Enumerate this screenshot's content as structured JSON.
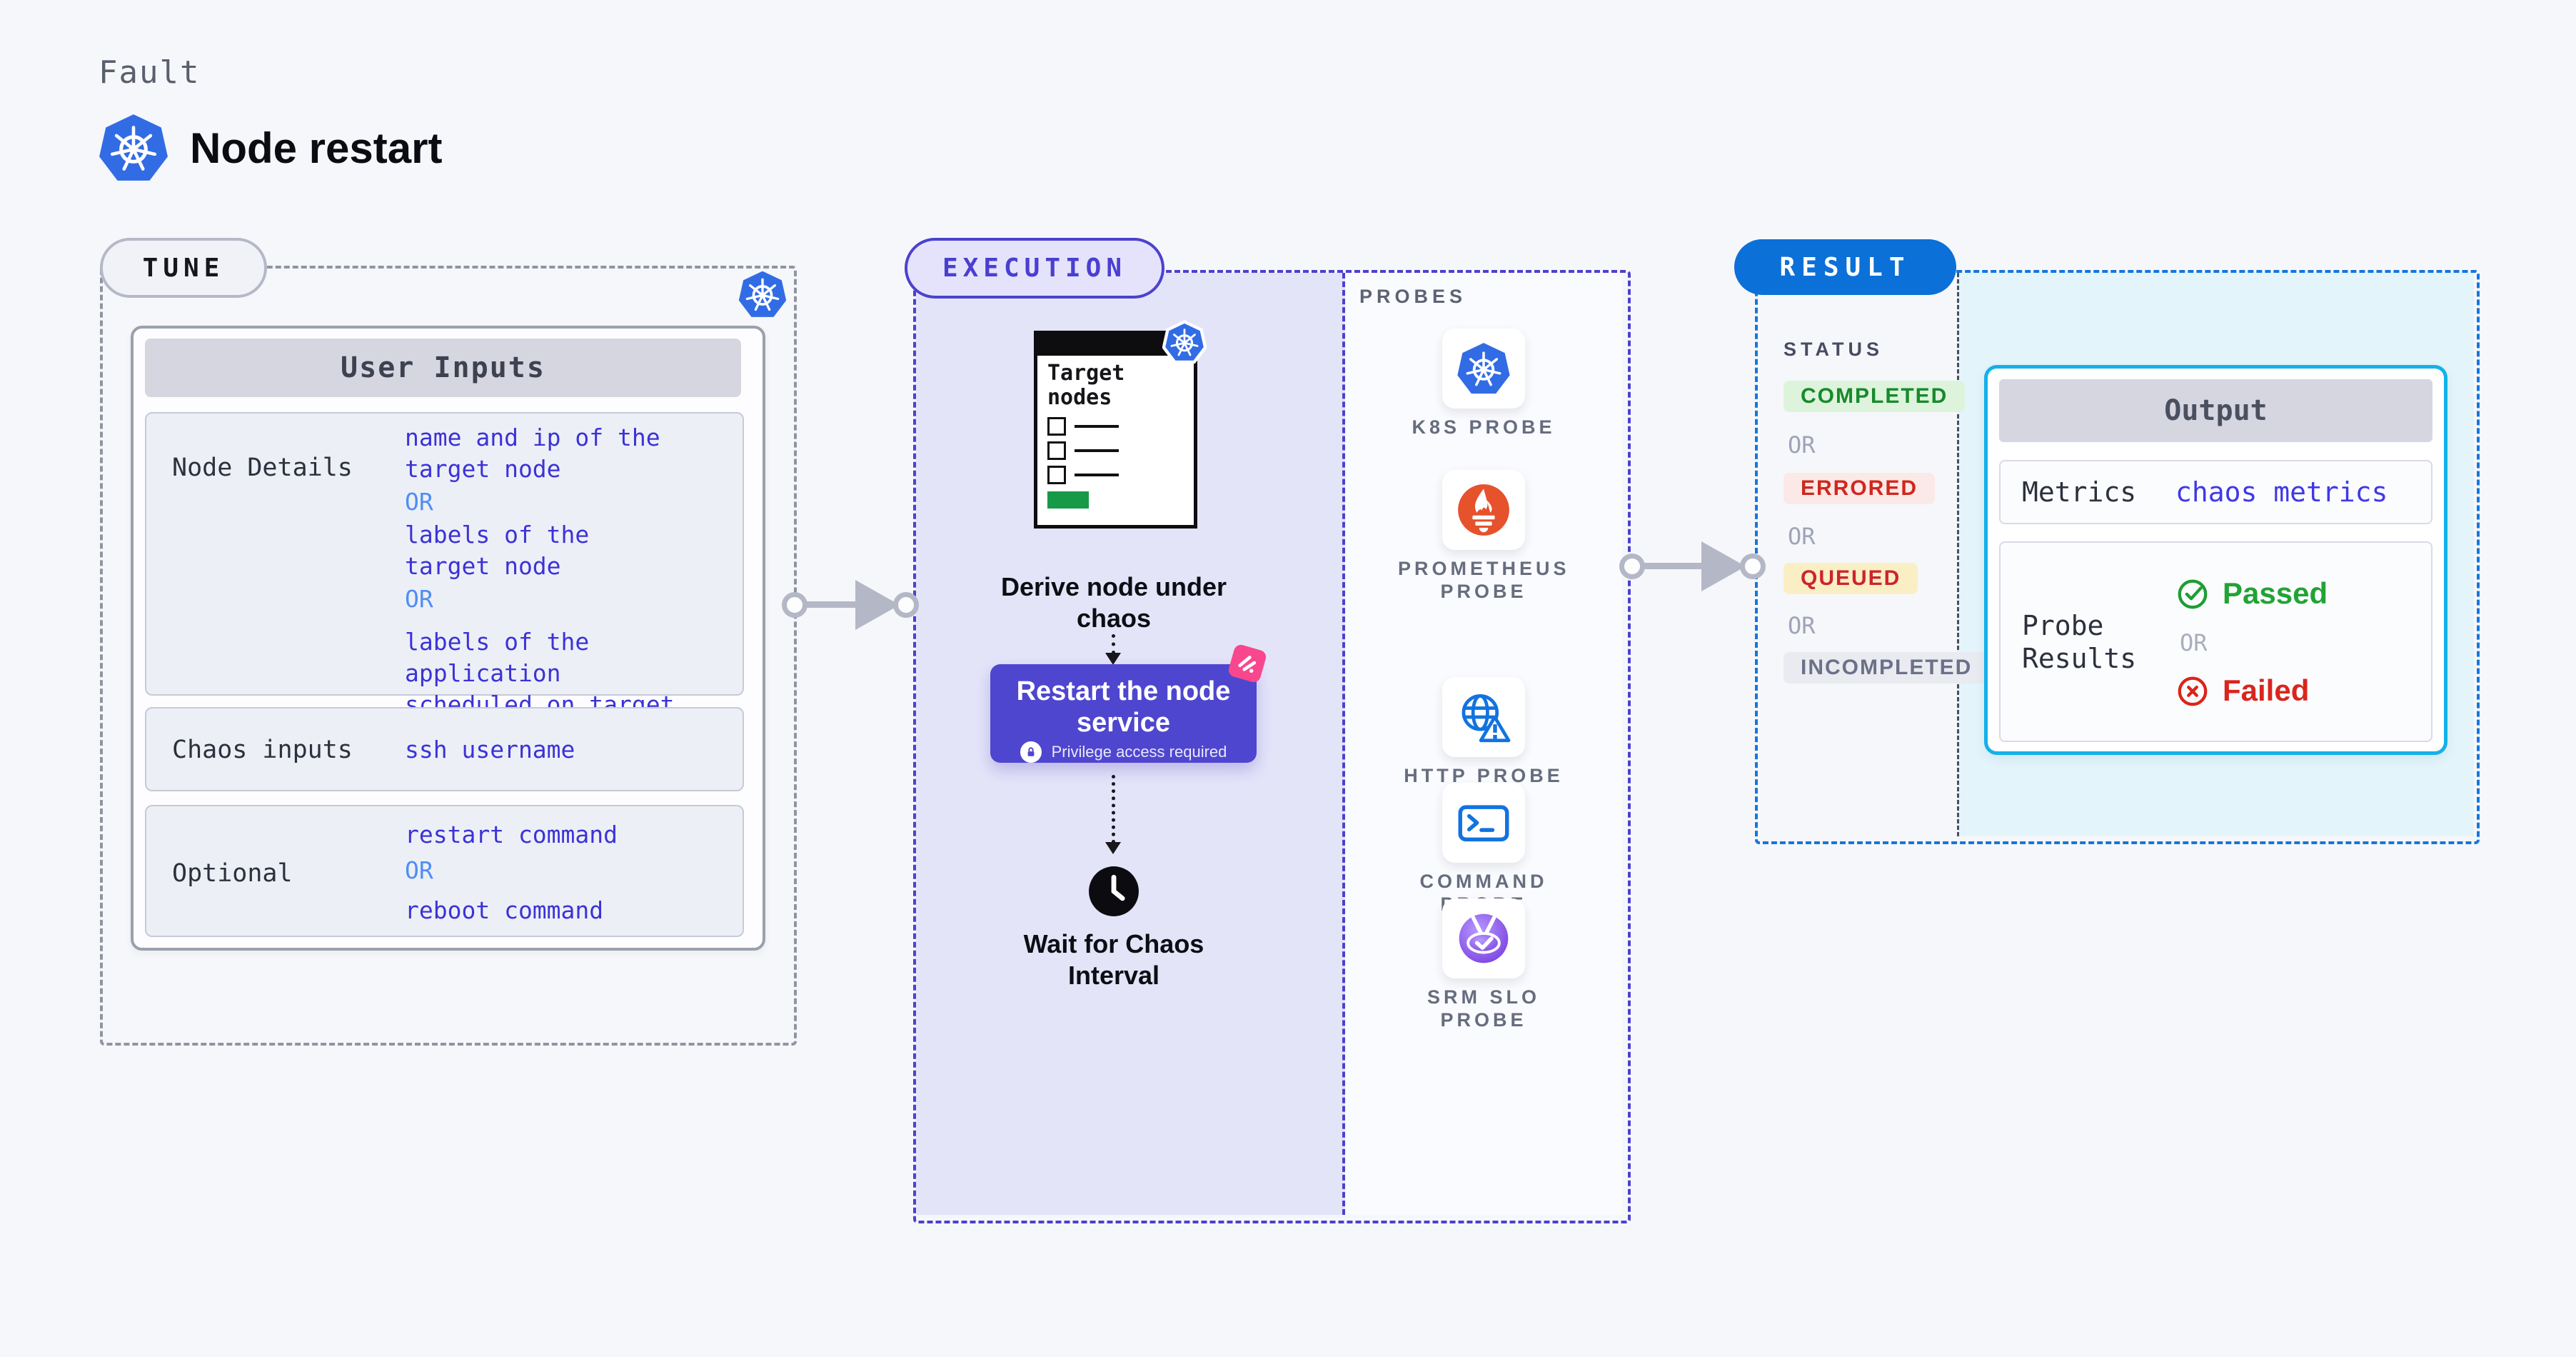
{
  "header": {
    "eyebrow": "Fault",
    "title": "Node restart"
  },
  "tune": {
    "pill_label": "TUNE",
    "table_header": "User Inputs",
    "or_label": "OR",
    "rows": [
      {
        "label": "Node Details",
        "values": [
          "name and ip of the\ntarget node",
          "labels of the\ntarget node",
          "labels of the application\nscheduled on target node"
        ]
      },
      {
        "label": "Chaos inputs",
        "values": [
          "ssh username"
        ]
      },
      {
        "label": "Optional",
        "values": [
          "restart command",
          "reboot command"
        ]
      }
    ]
  },
  "execution": {
    "pill_label": "EXECUTION",
    "illustration": {
      "title": "Target nodes"
    },
    "derive_caption": "Derive node under chaos",
    "restart_card": {
      "title": "Restart the node service",
      "note": "Privilege access required"
    },
    "wait_caption": "Wait for Chaos Interval"
  },
  "probes": {
    "panel_label": "PROBES",
    "items": [
      {
        "name": "K8S PROBE",
        "icon": "kubernetes-icon"
      },
      {
        "name": "PROMETHEUS PROBE",
        "icon": "prometheus-icon"
      },
      {
        "name": "HTTP PROBE",
        "icon": "globe-warning-icon"
      },
      {
        "name": "COMMAND PROBE",
        "icon": "terminal-icon"
      },
      {
        "name": "SRM SLO PROBE",
        "icon": "slo-pie-icon"
      }
    ]
  },
  "result": {
    "pill_label": "RESULT",
    "status_label": "STATUS",
    "or_label": "OR",
    "statuses": [
      {
        "text": "COMPLETED",
        "tone": "green"
      },
      {
        "text": "ERRORED",
        "tone": "red"
      },
      {
        "text": "QUEUED",
        "tone": "amber"
      },
      {
        "text": "INCOMPLETED",
        "tone": "gray"
      }
    ],
    "output": {
      "header": "Output",
      "rows": [
        {
          "label": "Metrics",
          "value": "chaos metrics"
        },
        {
          "label": "Probe Results",
          "passed": "Passed",
          "failed": "Failed"
        }
      ]
    }
  },
  "colors": {
    "kubernetes_blue": "#326ce5",
    "execution_indigo": "#4c41ce",
    "result_blue": "#0b70d8",
    "output_border_cyan": "#13b1e9",
    "value_indigo": "#3b33d6",
    "or_light_blue": "#4f8ef2",
    "success_green": "#21a335",
    "error_red": "#da251c",
    "queued_text": "#cb2430",
    "prometheus_orange": "#e6522c",
    "restart_card_purple": "#4f46cf",
    "pink_badge": "#f8478d",
    "illustration_green": "#169a47"
  }
}
